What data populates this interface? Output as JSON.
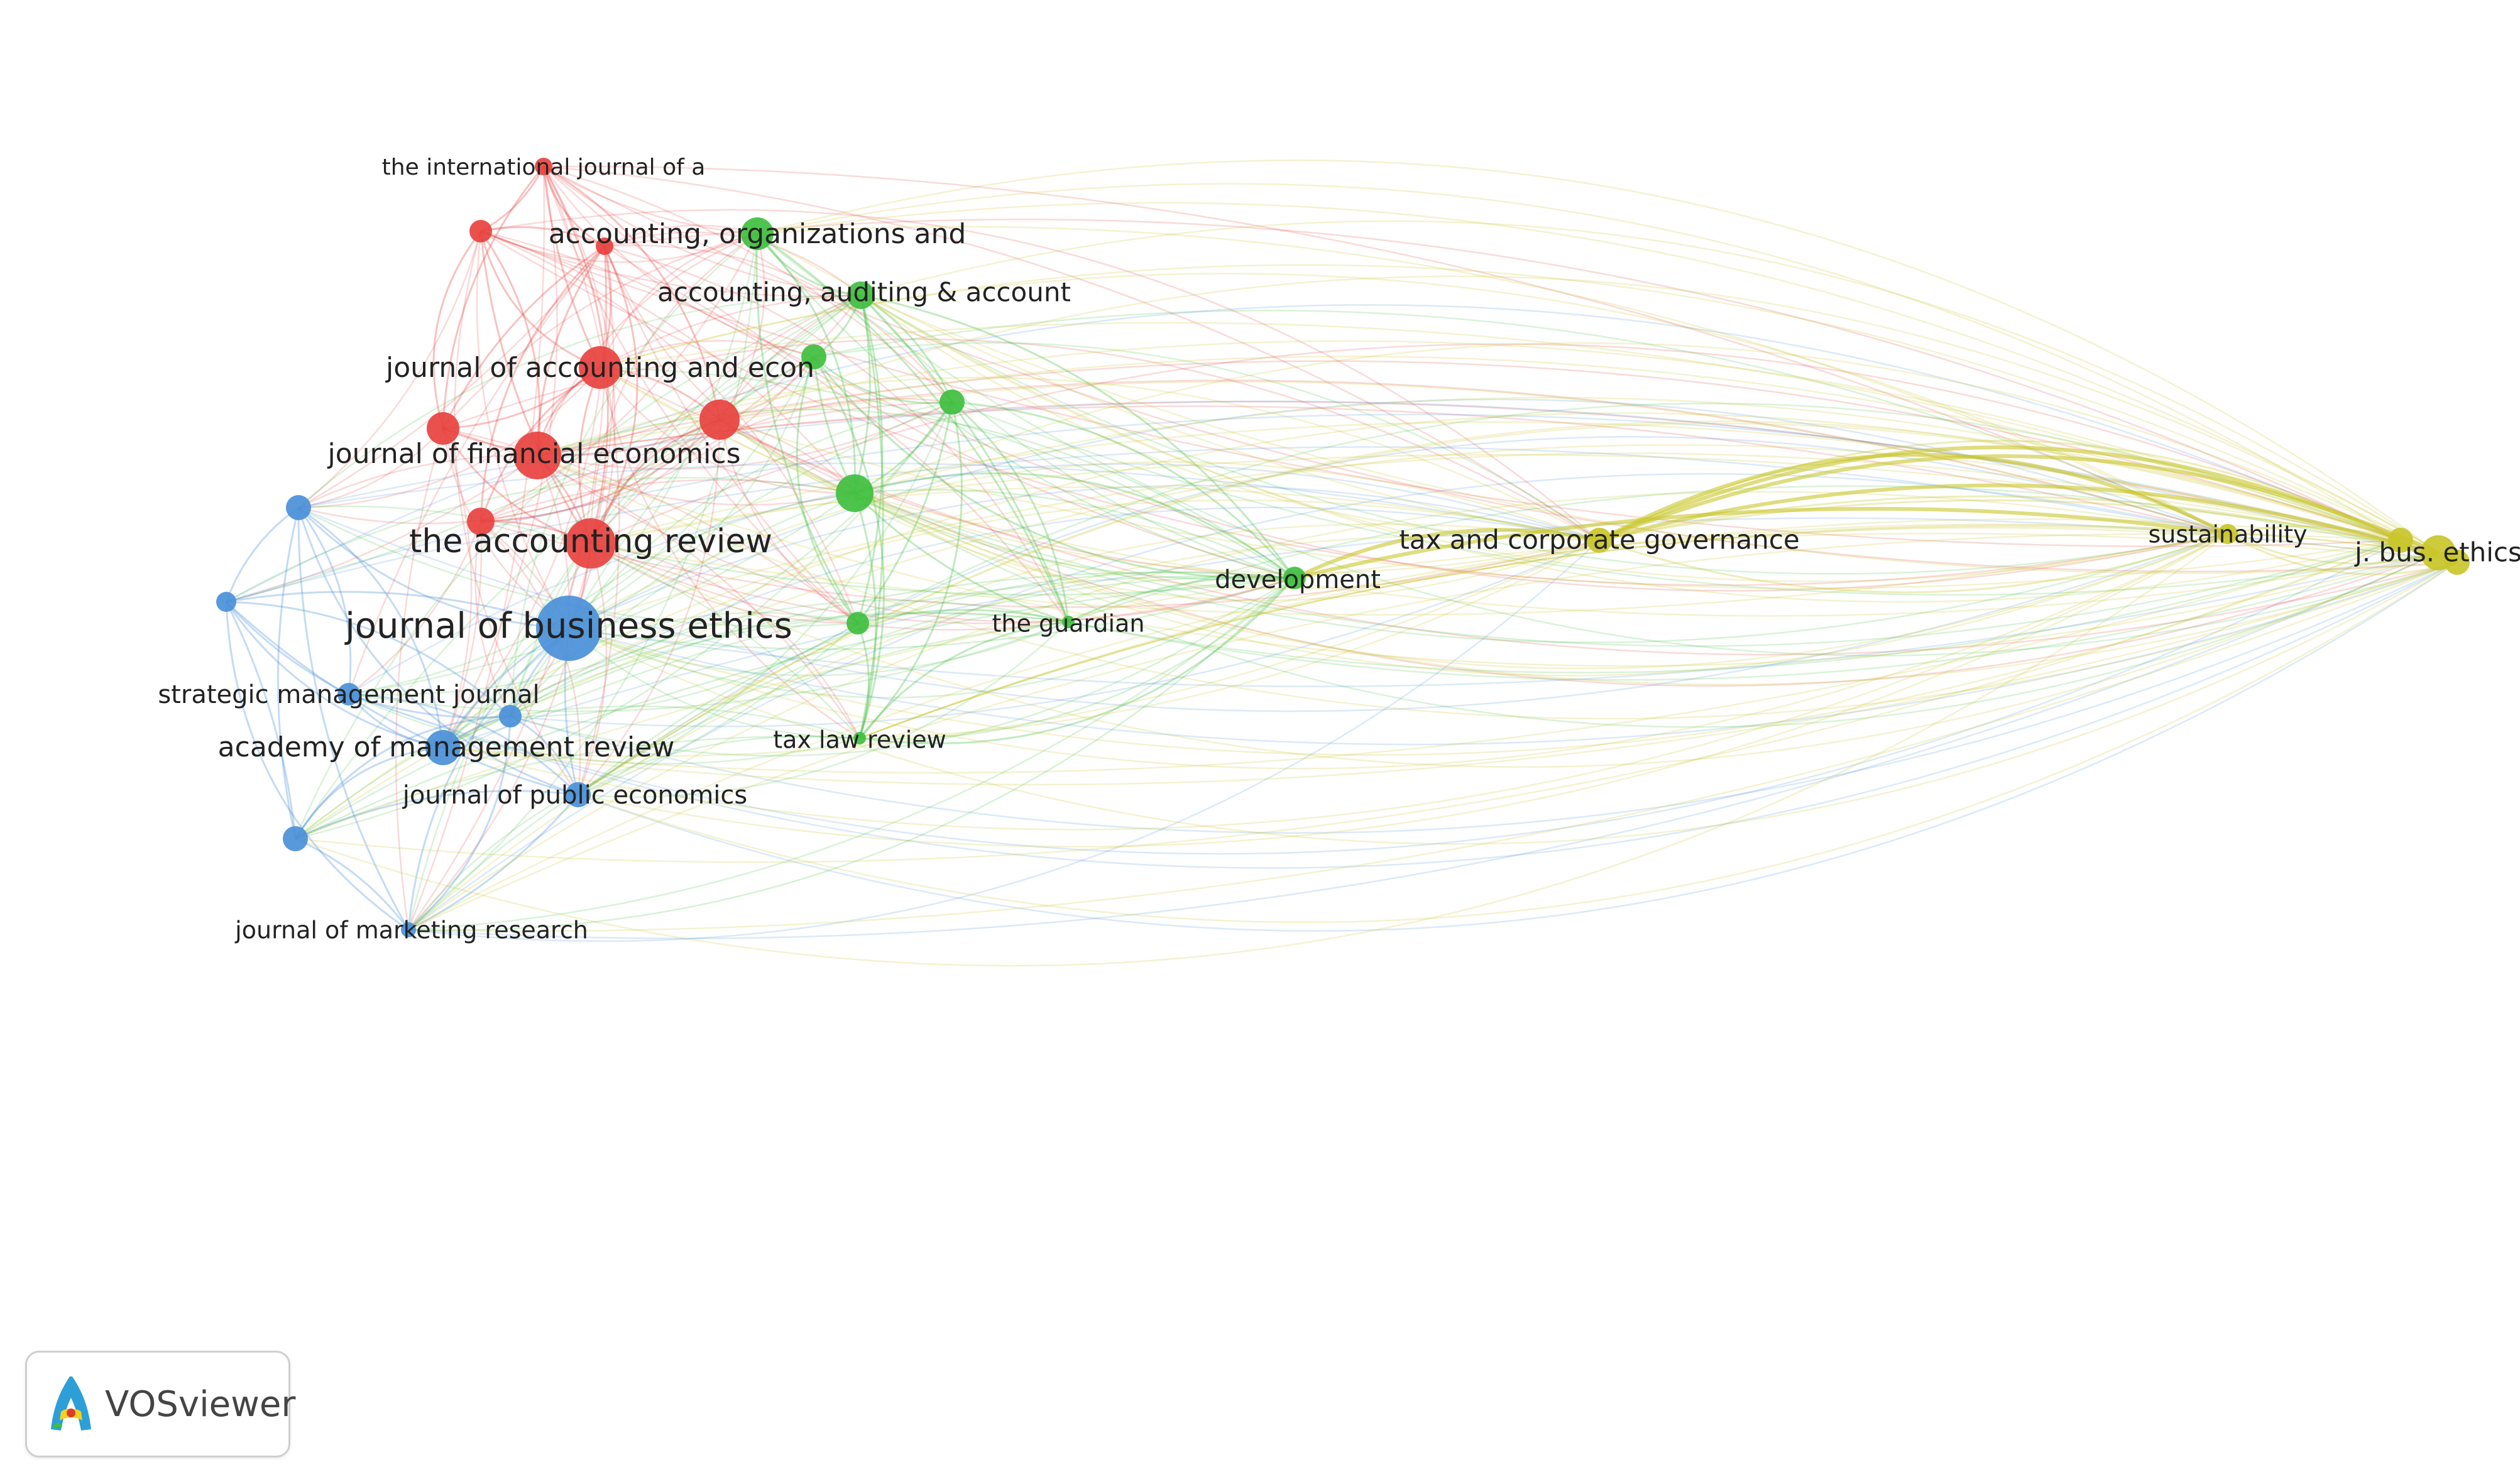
{
  "diagram": {
    "type": "bibliometric-network",
    "clusters": {
      "red": "#e8423f",
      "green": "#3fbf3f",
      "blue": "#4a90d9",
      "yellow": "#c9c62a"
    },
    "nodes": [
      {
        "id": "tar",
        "label": "the accounting review",
        "cluster": "red"
      },
      {
        "id": "jfe",
        "label": "journal of financial economics",
        "cluster": "red"
      },
      {
        "id": "jae",
        "label": "journal of accounting and econ",
        "cluster": "red"
      },
      {
        "id": "ija",
        "label": "the international journal of a",
        "cluster": "red"
      },
      {
        "id": "r1",
        "label": "",
        "cluster": "red"
      },
      {
        "id": "r2",
        "label": "",
        "cluster": "red"
      },
      {
        "id": "r3",
        "label": "",
        "cluster": "red"
      },
      {
        "id": "r4",
        "label": "",
        "cluster": "red"
      },
      {
        "id": "r5",
        "label": "",
        "cluster": "red"
      },
      {
        "id": "aos",
        "label": "accounting, organizations and",
        "cluster": "green"
      },
      {
        "id": "aaaj",
        "label": "accounting, auditing & account",
        "cluster": "green"
      },
      {
        "id": "g1",
        "label": "",
        "cluster": "green"
      },
      {
        "id": "g2",
        "label": "",
        "cluster": "green"
      },
      {
        "id": "g3",
        "label": "",
        "cluster": "green"
      },
      {
        "id": "g4",
        "label": "",
        "cluster": "green"
      },
      {
        "id": "guardian",
        "label": "the guardian",
        "cluster": "green"
      },
      {
        "id": "tlr",
        "label": "tax law review",
        "cluster": "green"
      },
      {
        "id": "dev",
        "label": "development",
        "cluster": "green"
      },
      {
        "id": "jbe",
        "label": "journal of business ethics",
        "cluster": "blue"
      },
      {
        "id": "smj",
        "label": "strategic management journal",
        "cluster": "blue"
      },
      {
        "id": "amr",
        "label": "academy of management review",
        "cluster": "blue"
      },
      {
        "id": "jpe",
        "label": "journal of public economics",
        "cluster": "blue"
      },
      {
        "id": "jmr",
        "label": "journal of marketing research",
        "cluster": "blue"
      },
      {
        "id": "b1",
        "label": "",
        "cluster": "blue"
      },
      {
        "id": "b2",
        "label": "",
        "cluster": "blue"
      },
      {
        "id": "b3",
        "label": "",
        "cluster": "blue"
      },
      {
        "id": "b4",
        "label": "",
        "cluster": "blue"
      },
      {
        "id": "tcg",
        "label": "tax and corporate governance",
        "cluster": "yellow"
      },
      {
        "id": "sus",
        "label": "sustainability",
        "cluster": "yellow"
      },
      {
        "id": "jbus",
        "label": "j. bus. ethics",
        "cluster": "yellow"
      },
      {
        "id": "y1",
        "label": "",
        "cluster": "yellow"
      },
      {
        "id": "y2",
        "label": "",
        "cluster": "yellow"
      }
    ]
  },
  "badge": {
    "label": "VOSviewer"
  }
}
